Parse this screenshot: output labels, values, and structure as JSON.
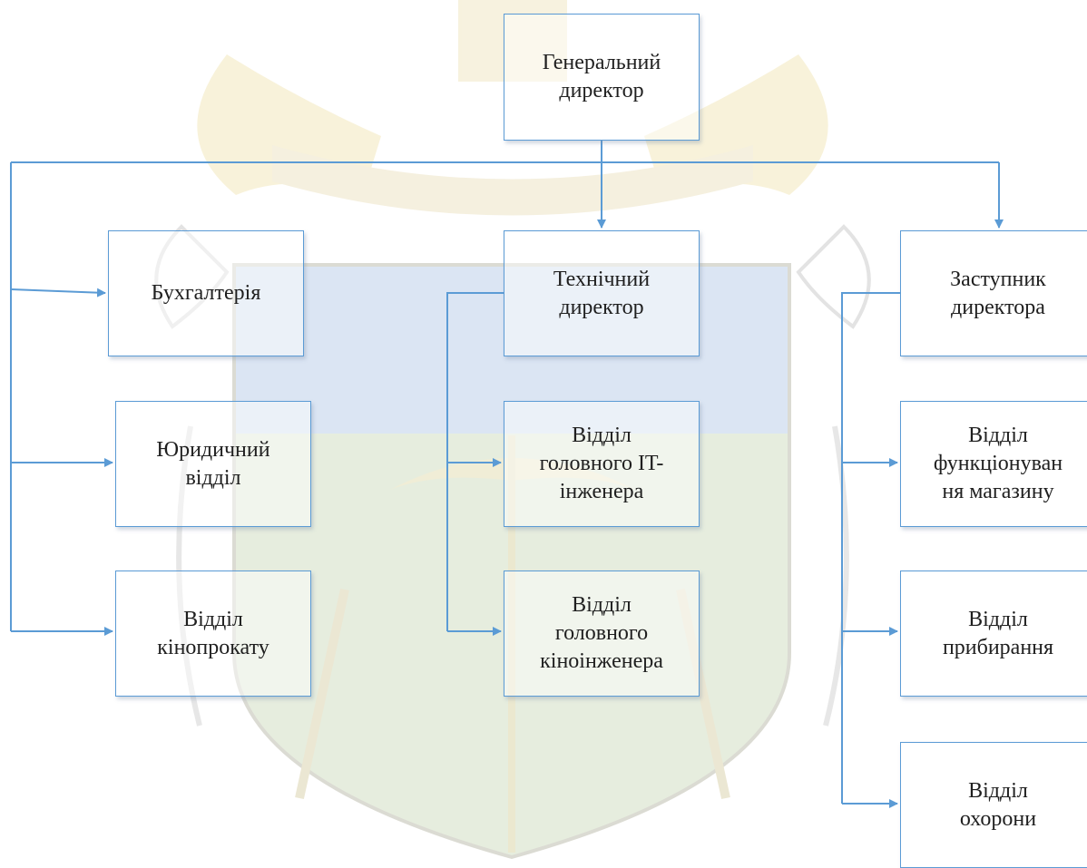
{
  "nodes": {
    "general_director": "Генеральний\nдиректор",
    "accounting": "Бухгалтерія",
    "technical_director": "Технічний\nдиректор",
    "deputy_director": "Заступник\nдиректора",
    "legal_department": "Юридичний\nвідділ",
    "it_department": "Відділ\nголовного IT-\nінженера",
    "store_department": "Відділ\nфункціонуван\nня магазину",
    "film_distribution": "Відділ\nкінопрокату",
    "cinema_engineer_department": "Відділ\nголовного\nкіноінженера",
    "cleaning_department": "Відділ\nприбирання",
    "security_department": "Відділ\nохорони"
  },
  "colors": {
    "connector": "#5b9bd5",
    "box_border": "#5b9bd5",
    "text": "#1f1f1f"
  }
}
